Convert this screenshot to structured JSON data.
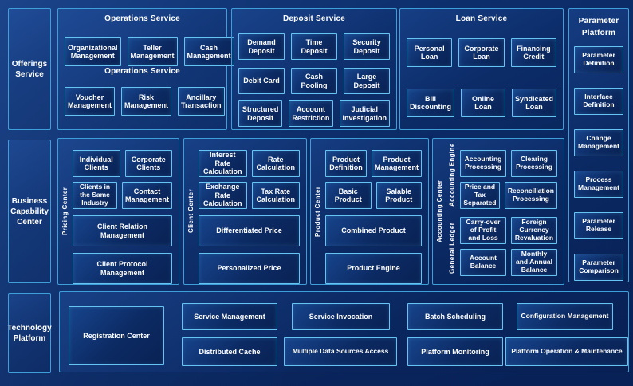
{
  "rails": {
    "offerings": "Offerings Service",
    "business_capability": "Business Capability Center",
    "technology": "Technology Platform"
  },
  "operations": {
    "title": "Operations Service",
    "duplicate_title": "Operations Service",
    "row1": [
      "Organizational Management",
      "Teller Management",
      "Cash Management"
    ],
    "row2": [
      "Voucher Management",
      "Risk Management",
      "Ancillary Transaction"
    ]
  },
  "deposit": {
    "title": "Deposit Service",
    "rows": [
      [
        "Demand Deposit",
        "Time Deposit",
        "Security Deposit"
      ],
      [
        "Debit Card",
        "Cash Pooling",
        "Large Deposit"
      ],
      [
        "Structured Deposit",
        "Account Restriction",
        "Judicial Investigation"
      ]
    ]
  },
  "loan": {
    "title": "Loan Service",
    "rows": [
      [
        "Personal Loan",
        "Corporate Loan",
        "Financing Credit"
      ],
      [
        "Bill Discounting",
        "Online Loan",
        "Syndicated Loan"
      ]
    ]
  },
  "parameter_platform": {
    "title": "Parameter Platform",
    "items": [
      "Parameter Definition",
      "Interface Definition",
      "Change Management",
      "Process Management",
      "Parameter Release",
      "Parameter Comparison"
    ]
  },
  "pricing_center": {
    "label": "Pricing Center",
    "small_boxes": [
      "Individual Clients",
      "Corporate Clients",
      "Clients in the Same Industry",
      "Contact Management"
    ],
    "wide_boxes": [
      "Client Relation Management",
      "Client Protocol Management"
    ]
  },
  "client_center": {
    "label": "Client Center",
    "small_boxes": [
      "Interest Rate Calculation",
      "Rate Calculation",
      "Exchange Rate Calculation",
      "Tax Rate Calculation"
    ],
    "wide_boxes": [
      "Differentiated Price",
      "Personalized Price"
    ]
  },
  "product_center": {
    "label": "Product Center",
    "small_boxes": [
      "Product Definition",
      "Product Management",
      "Basic Product",
      "Salable Product"
    ],
    "wide_boxes": [
      "Combined Product",
      "Product Engine"
    ]
  },
  "accounting_center": {
    "label": "Accounting Center",
    "engine_label": "Accounting Engine",
    "ledger_label": "General Ledger",
    "engine_boxes": [
      "Accounting Processing",
      "Clearing Processing",
      "Price and Tax Separated",
      "Reconciliation Processing"
    ],
    "ledger_boxes": [
      "Carry-over of Profit and Loss",
      "Foreign Currency Revaluation",
      "Account Balance",
      "Monthly and Annual Balance"
    ]
  },
  "technology_platform": {
    "registration": "Registration Center",
    "row1": [
      "Service Management",
      "Service Invocation",
      "Batch Scheduling",
      "Configuration Management"
    ],
    "row2": [
      "Distributed Cache",
      "Multiple Data Sources Access",
      "Platform Monitoring",
      "Platform Operation & Maintenance"
    ]
  },
  "colors": {
    "background": "#0b2b66",
    "panel_border": "#3f9fd8",
    "box_border": "#66c4f3",
    "box_fill": "#0c2a63",
    "text": "#ffffff"
  }
}
